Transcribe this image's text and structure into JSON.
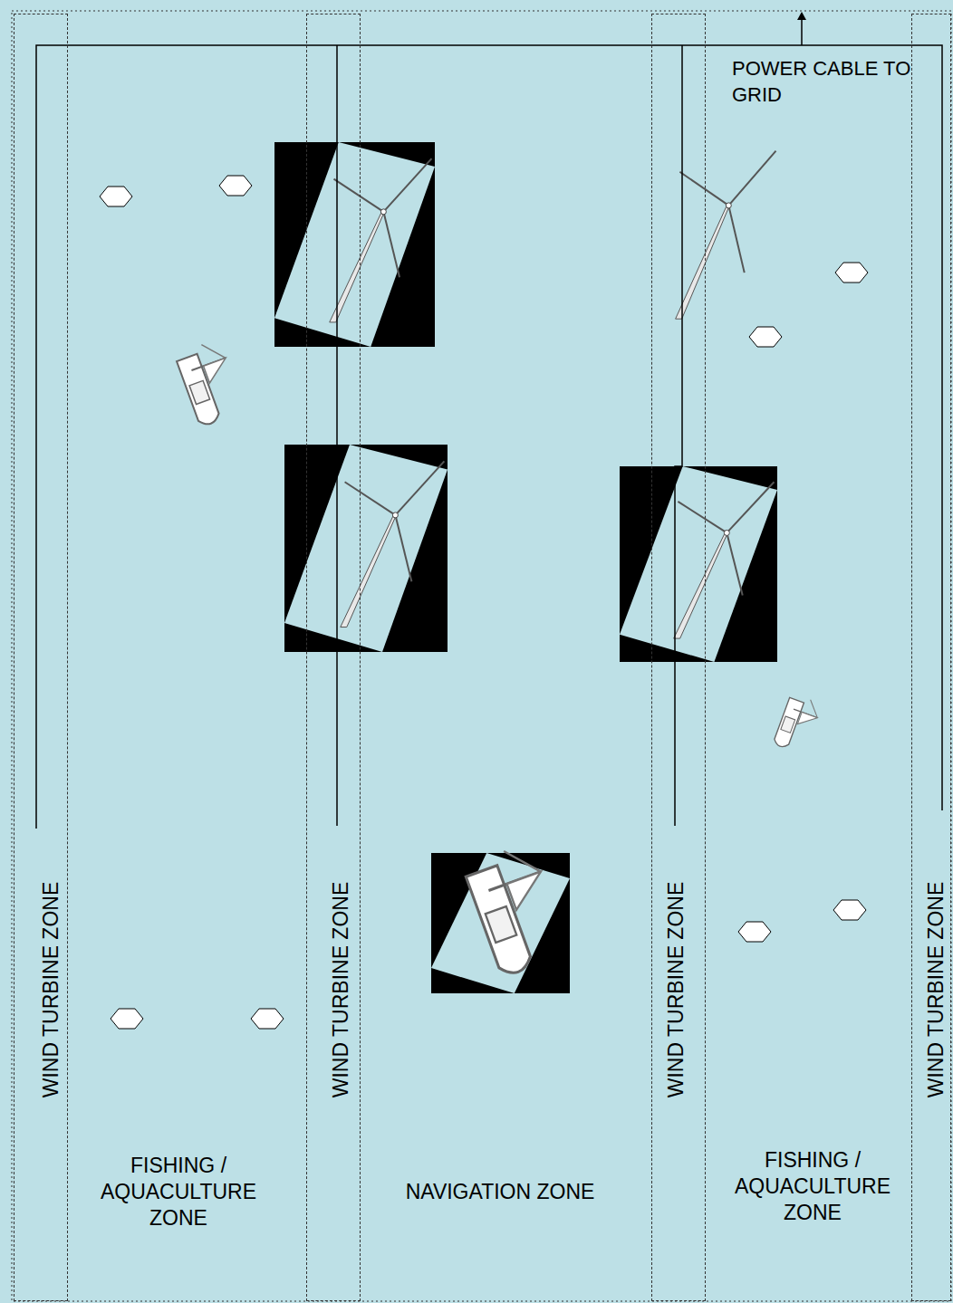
{
  "diagram": {
    "nodes": [
      {
        "text": [
          "WIND TURBINE ZONE"
        ]
      },
      {
        "text": [
          "FISHING / AQUACULTURE ZONE"
        ]
      },
      {
        "text": [
          "WIND TURBINE ZONE"
        ]
      },
      {
        "text": [
          "NAVIGATION ZONE"
        ]
      },
      {
        "text": [
          "WIND TURBINE ZONE"
        ]
      },
      {
        "text": [
          "FISHING / AQUACULTURE ZONE"
        ]
      },
      {
        "text": [
          "WIND TURBINE ZONE"
        ]
      }
    ],
    "labels": [
      "POWER CABLE TO GRID"
    ]
  }
}
